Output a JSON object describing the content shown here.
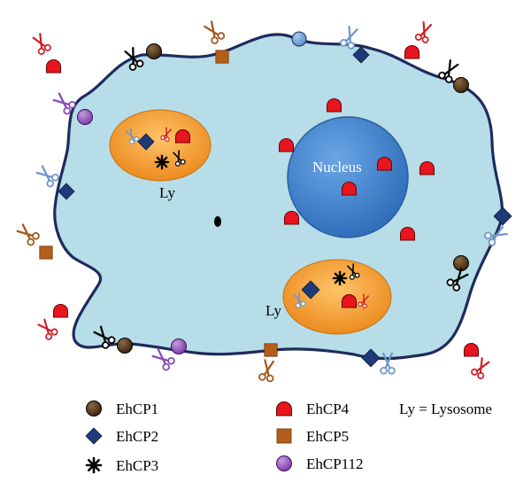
{
  "cell": {
    "nucleus_label": "Nucleus",
    "lysosome_label_1": "Ly",
    "lysosome_label_2": "Ly"
  },
  "legend": {
    "items": [
      {
        "key": "EhCP1",
        "icon": "brown-circle-icon",
        "color": "#5a3512"
      },
      {
        "key": "EhCP2",
        "icon": "navy-diamond-icon",
        "color": "#1f3a78"
      },
      {
        "key": "EhCP3",
        "icon": "black-asterisk-icon",
        "color": "#000000"
      },
      {
        "key": "EhCP4",
        "icon": "red-dome-icon",
        "color": "#e8141e"
      },
      {
        "key": "EhCP5",
        "icon": "orange-square-icon",
        "color": "#b35e1a"
      },
      {
        "key": "EhCP112",
        "icon": "purple-circle-icon",
        "color": "#8a4bb3"
      }
    ],
    "note": "Ly = Lysosome"
  },
  "colors": {
    "cytoplasm": "#b6dde8",
    "membrane": "#1f2b5e",
    "nucleus": "#3e7ec6",
    "lysosome": "#f0941f",
    "scissors_red": "#d4161c",
    "scissors_blue": "#6f97c9",
    "scissors_brown": "#a25a1e",
    "scissors_purple": "#8a4bb3",
    "scissors_black": "#000000"
  }
}
